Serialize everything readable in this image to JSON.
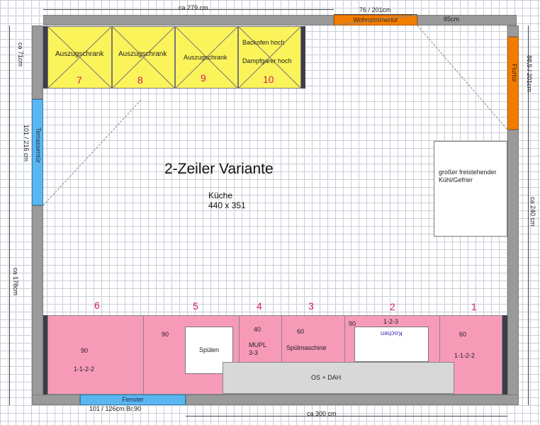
{
  "title": "2-Zeiler Variante",
  "room": {
    "name": "Küche",
    "size": "440 x 351"
  },
  "dimensions": {
    "top_wall": "ca 279 cm",
    "top_door_dim": "76 / 201cm",
    "top_right": "85cm",
    "left_upper": "ca 71cm",
    "left_door": "101 / 216 cm",
    "left_lower": "ca 178cm",
    "right_door": "88,5 / 201cm",
    "right_lower": "ca 240 cm",
    "bottom_window": "101 / 126cm Br.90",
    "bottom_wall": "ca 300 cm"
  },
  "openings": {
    "wohnzimmer_door": "Wohnzimmertür",
    "flur_door": "Flurtür",
    "terrasse_door": "Terrassentür",
    "window": "Fenster"
  },
  "fridge": {
    "line1": "großer freistehender",
    "line2": "Kühl/Gefrier"
  },
  "upper_cabinets": [
    {
      "label": "Auszugschrank",
      "num": "7"
    },
    {
      "label": "Auszugschrank",
      "num": "8"
    },
    {
      "label": "Auszugschrank",
      "num": "9"
    },
    {
      "label": "Backofen hoch",
      "label2": "Dampfgarer hoch",
      "num": "10"
    }
  ],
  "lower_cabinets": {
    "nums": [
      "6",
      "5",
      "4",
      "3",
      "2",
      "1"
    ],
    "widths": [
      "90",
      "90",
      "40",
      "60",
      "90",
      "60"
    ],
    "sub": {
      "c6": "1-1-2-2",
      "c4": "MUPL",
      "c4b": "3-3",
      "c2": "1-2-3",
      "c1": "1-1-2-2"
    },
    "spuelen": "Spülen",
    "spuelmaschine": "Spülmaschine",
    "kochen": "Kochen",
    "counter": "OS + DAH"
  },
  "colors": {
    "upper": "#fbf35a",
    "lower": "#f79ab8",
    "door": "#f07d00",
    "window": "#5bb6ef",
    "wall": "#9a9a9a"
  }
}
